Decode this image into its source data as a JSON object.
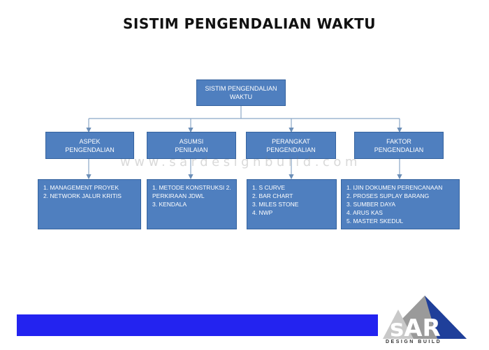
{
  "title": "SISTIM PENGENDALIAN WAKTU",
  "root": {
    "label": "SISTIM PENGENDALIAN\nWAKTU"
  },
  "categories": [
    {
      "label": "ASPEK\nPENGENDALIAN",
      "items": [
        "1. MANAGEMENT  PROYEK",
        "2. NETWORK JALUR KRITIS"
      ]
    },
    {
      "label": "ASUMSI\nPENILAIAN",
      "items": [
        "1. METODE KONSTRUKSI 2.",
        "PERKIRAAN JDWL",
        "3. KENDALA"
      ]
    },
    {
      "label": "PERANGKAT\nPENGENDALIAN",
      "items": [
        "1. S CURVE",
        "2. BAR CHART",
        "3. MILES STONE",
        "4. NWP"
      ]
    },
    {
      "label": "FAKTOR\nPENGENDALIAN",
      "items": [
        "1. IJIN DOKUMEN PERENCANAAN",
        "2. PROSES SUPLAY BARANG",
        "3. SUMBER DAYA",
        "4. ARUS KAS",
        "5. MASTER SKEDUL"
      ]
    }
  ],
  "watermark": "www.sardesignbuild.com",
  "logo": {
    "text": "sAR",
    "caption": "DESIGN BUILD"
  },
  "colors": {
    "box_fill": "#4f7fbf",
    "box_border": "#35639e",
    "footer_bar": "#2323f0",
    "logo_gray": "#9a9a9a",
    "logo_blue": "#1f3f9a"
  }
}
